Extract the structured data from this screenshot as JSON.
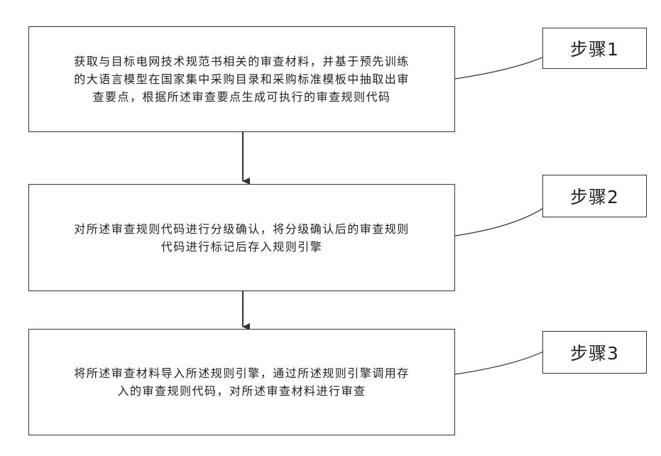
{
  "steps": [
    {
      "label": "步骤1",
      "text_line1": "获取与目标电网技术规范书相关的审查材料，并基于预先训练",
      "text_line2": "的大语言模型在国家集中采购目录和采购标准模板中抽取出审",
      "text_line3": "查要点，根据所述审查要点生成可执行的审查规则代码"
    },
    {
      "label": "步骤2",
      "text_line1": "对所述审查规则代码进行分级确认，将分级确认后的审查规则",
      "text_line2": "代码进行标记后存入规则引擎"
    },
    {
      "label": "步骤3",
      "text_line1": "将所述审查材料导入所述规则引擎，通过所述规则引擎调用存",
      "text_line2": "入的审查规则代码，对所述审查材料进行审查"
    }
  ]
}
